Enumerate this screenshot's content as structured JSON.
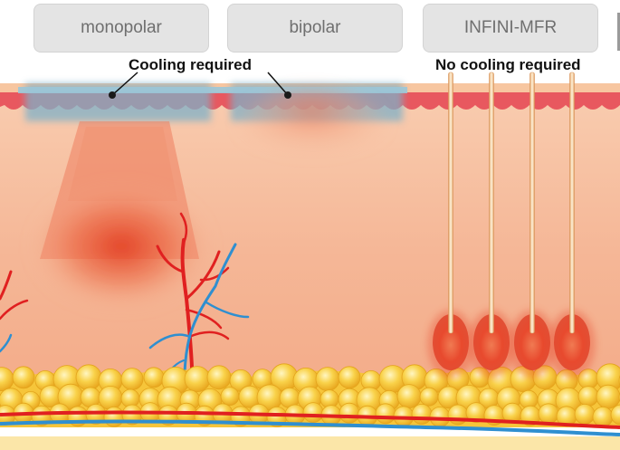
{
  "tabs": [
    {
      "label": "monopolar"
    },
    {
      "label": "bipolar"
    },
    {
      "label": "INFINI-MFR"
    }
  ],
  "annotations": {
    "cooling": "Cooling required",
    "no_cooling": "No cooling required"
  },
  "colors": {
    "dermis": "#f4ad8c",
    "dermis_light": "#f8c7a8",
    "epidermis": "#e8585f",
    "cooling_plate": "#7fb0c8",
    "fat": "#f6c53a",
    "artery": "#e02020",
    "vein": "#2f8fd0",
    "heat": "#e8452a",
    "needle": "#e8b27a"
  },
  "icons": [
    "needle-icon",
    "blood-vessel-icon",
    "fat-cells-icon",
    "heat-zone-icon"
  ]
}
